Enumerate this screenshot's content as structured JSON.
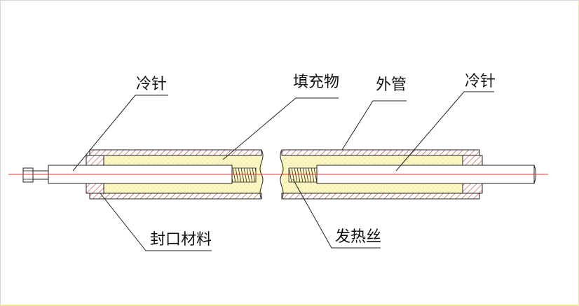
{
  "labels": {
    "cold_pin_left": "冷针",
    "filler": "填充物",
    "outer_tube": "外管",
    "cold_pin_right": "冷针",
    "seal_material": "封口材料",
    "heating_wire": "发热丝"
  },
  "colors": {
    "background": "#ffffff",
    "outline": "#222222",
    "filler": "#fbf6c2",
    "tube_hatch": "#c0392b",
    "centerline": "#e53935",
    "page_border": "#f2e69a"
  }
}
